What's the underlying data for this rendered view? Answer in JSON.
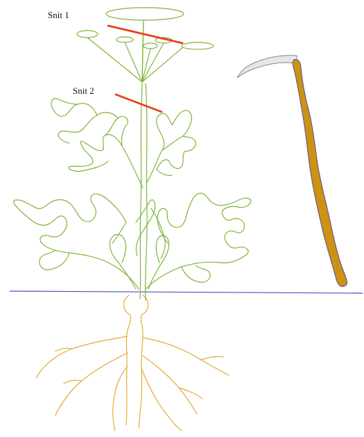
{
  "labels": {
    "cut_1": "Snit 1",
    "cut_2": "Snit 2"
  },
  "colors": {
    "plant_stroke": "#7fb33a",
    "root_stroke": "#e3ab35",
    "cut_mark": "#e8401c",
    "ground_line": "#4c4ccc",
    "scythe_blade_fill": "#e6e6e6",
    "scythe_blade_stroke": "#888888",
    "scythe_handle_fill": "#cc9212",
    "scythe_handle_stroke": "#6e5a8c"
  },
  "icons": {
    "plant": "plant-illustration",
    "roots": "root-system",
    "scythe": "scythe-icon",
    "ground": "ground-line"
  }
}
